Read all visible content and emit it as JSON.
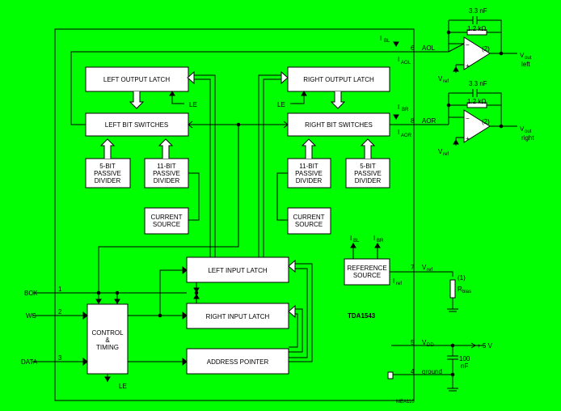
{
  "blocks": {
    "left_output_latch": "LEFT OUTPUT LATCH",
    "right_output_latch": "RIGHT OUTPUT LATCH",
    "left_bit_switches": "LEFT BIT SWITCHES",
    "right_bit_switches": "RIGHT BIT SWITCHES",
    "five_bit": "5-BIT",
    "eleven_bit": "11-BIT",
    "passive": "PASSIVE",
    "divider": "DIVIDER",
    "current": "CURRENT",
    "source": "SOURCE",
    "left_input_latch": "LEFT INPUT LATCH",
    "right_input_latch": "RIGHT INPUT LATCH",
    "address_pointer": "ADDRESS POINTER",
    "control": "CONTROL",
    "amp": "&",
    "timing": "TIMING",
    "reference": "REFERENCE",
    "chip_name": "TDA1543"
  },
  "labels": {
    "le": "LE",
    "i": "I",
    "bl": "BL",
    "br": "BR",
    "aol": "AOL",
    "aor": "AOR",
    "ref": "ref",
    "v": "V",
    "out": "out",
    "left": "left",
    "right": "right",
    "cap_33": "3.3 nF",
    "res_12k": "1.2  kΩ",
    "amp2": "(2)",
    "note1": "(1)",
    "r": "R",
    "bias": "bias",
    "dd": "DD",
    "plus5v": "+ 5 V",
    "ground": "ground",
    "cap100": "100",
    "nf": "nF",
    "bck": "BCK",
    "ws": "WS",
    "data": "DATA",
    "code": "MEA110",
    "plus": "+",
    "minus": "−"
  },
  "pins": {
    "p1": "1",
    "p2": "2",
    "p3": "3",
    "p4": "4",
    "p5": "5",
    "p6": "6",
    "p7": "7",
    "p8": "8"
  }
}
